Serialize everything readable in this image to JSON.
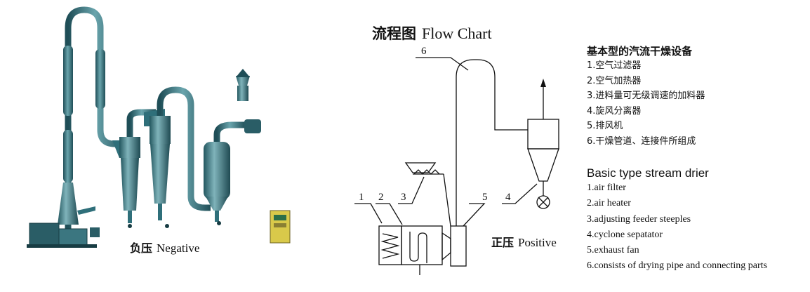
{
  "equipment_caption": {
    "zh": "负压",
    "en": "Negative"
  },
  "flow_title": {
    "zh": "流程图",
    "en": "Flow Chart"
  },
  "positive_caption": {
    "zh": "正压",
    "en": "Positive"
  },
  "diagram_labels": [
    "1",
    "2",
    "3",
    "4",
    "5",
    "6"
  ],
  "legend_zh": {
    "heading": "基本型的汽流干燥设备",
    "items": [
      "1.空气过滤器",
      "2.空气加热器",
      "3.进料量可无级调速的加料器",
      "4.旋风分离器",
      "5.排风机",
      "6.干燥管道、连接件所组成"
    ]
  },
  "legend_en": {
    "heading": "Basic type stream drier",
    "items": [
      "1.air filter",
      "2.air heater",
      "3.adjusting feeder steeples",
      "4.cyclone sepatator",
      "5.exhaust fan",
      "6.consists of drying pipe and connecting parts"
    ]
  },
  "colors": {
    "equipment": "#2f6f7a",
    "equipment_dark": "#1f4e57",
    "equipment_light": "#5f9aa3",
    "panel": "#d9c94a",
    "line": "#111111"
  },
  "icons": [
    "arrow-up-icon",
    "fan-symbol-icon",
    "heater-coil-icon",
    "filter-zigzag-icon",
    "feeder-screw-icon"
  ]
}
